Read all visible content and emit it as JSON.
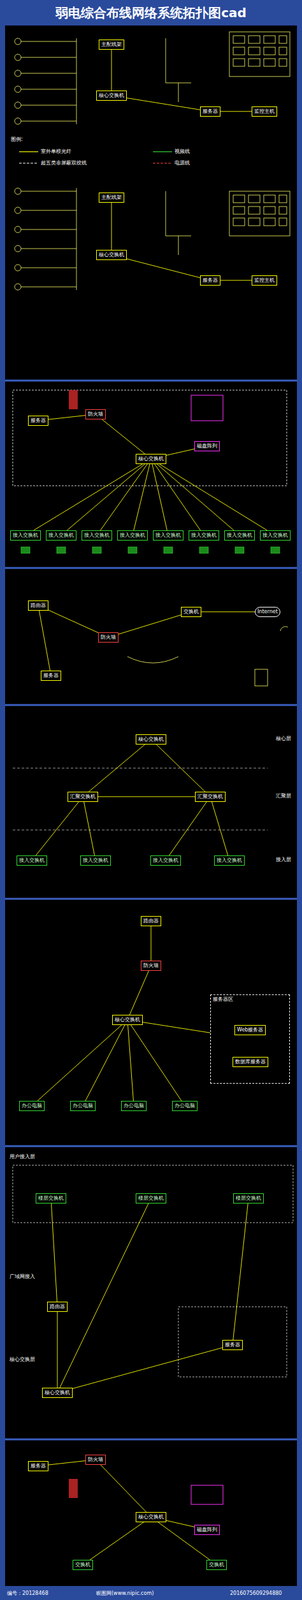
{
  "diagram": {
    "title": "弱电综合布线网络系统拓扑图cad",
    "nodes": [
      {
        "text": [
          "主配线架"
        ]
      },
      {
        "text": [
          "核心交换机"
        ]
      },
      {
        "text": [
          "服务器"
        ]
      },
      {
        "text": [
          "监控主机"
        ]
      },
      {
        "text": [
          "主配线架"
        ]
      },
      {
        "text": [
          "核心交换机"
        ]
      },
      {
        "text": [
          "服务器"
        ]
      },
      {
        "text": [
          "监控主机"
        ]
      },
      {
        "text": [
          "服务器"
        ]
      },
      {
        "text": [
          "防火墙"
        ]
      },
      {
        "text": [
          "核心交换机"
        ]
      },
      {
        "text": [
          "磁盘阵列"
        ]
      },
      {
        "text": [
          "接入交换机"
        ]
      },
      {
        "text": [
          "接入交换机"
        ]
      },
      {
        "text": [
          "接入交换机"
        ]
      },
      {
        "text": [
          "接入交换机"
        ]
      },
      {
        "text": [
          "接入交换机"
        ]
      },
      {
        "text": [
          "接入交换机"
        ]
      },
      {
        "text": [
          "接入交换机"
        ]
      },
      {
        "text": [
          "接入交换机"
        ]
      },
      {
        "text": [
          "路由器"
        ]
      },
      {
        "text": [
          "防火墙"
        ]
      },
      {
        "text": [
          "交换机"
        ]
      },
      {
        "text": [
          "Internet"
        ]
      },
      {
        "text": [
          "服务器"
        ]
      },
      {
        "text": [
          "核心交换机"
        ]
      },
      {
        "text": [
          "汇聚交换机"
        ]
      },
      {
        "text": [
          "汇聚交换机"
        ]
      },
      {
        "text": [
          "接入交换机"
        ]
      },
      {
        "text": [
          "接入交换机"
        ]
      },
      {
        "text": [
          "接入交换机"
        ]
      },
      {
        "text": [
          "接入交换机"
        ]
      },
      {
        "text": [
          "路由器"
        ]
      },
      {
        "text": [
          "防火墙"
        ]
      },
      {
        "text": [
          "核心交换机"
        ]
      },
      {
        "text": [
          "服务器区"
        ]
      },
      {
        "text": [
          "Web服务器"
        ],
        "in": 35
      },
      {
        "text": [
          "数据库服务器"
        ],
        "in": 35
      },
      {
        "text": [
          "办公电脑"
        ]
      },
      {
        "text": [
          "办公电脑"
        ]
      },
      {
        "text": [
          "办公电脑"
        ]
      },
      {
        "text": [
          "办公电脑"
        ]
      },
      {
        "text": [
          "楼层交换机"
        ]
      },
      {
        "text": [
          "楼层交换机"
        ]
      },
      {
        "text": [
          "楼层交换机"
        ]
      },
      {
        "text": [
          "路由器"
        ]
      },
      {
        "text": [
          "核心交换机"
        ]
      },
      {
        "text": [
          "服务器"
        ]
      },
      {
        "text": [
          "服务器"
        ]
      },
      {
        "text": [
          "防火墙"
        ]
      },
      {
        "text": [
          "核心交换机"
        ]
      },
      {
        "text": [
          "磁盘阵列"
        ]
      },
      {
        "text": [
          "交换机"
        ]
      },
      {
        "text": [
          "交换机"
        ]
      }
    ],
    "edges": [
      {
        "from": 0,
        "to": 1,
        "arrow": "none"
      },
      {
        "from": 1,
        "to": 2,
        "arrow": "none"
      },
      {
        "from": 2,
        "to": 3,
        "arrow": "none"
      },
      {
        "from": 4,
        "to": 5,
        "arrow": "none"
      },
      {
        "from": 5,
        "to": 6,
        "arrow": "none"
      },
      {
        "from": 6,
        "to": 7,
        "arrow": "none"
      },
      {
        "from": 8,
        "to": 9,
        "arrow": "none"
      },
      {
        "from": 9,
        "to": 10,
        "arrow": "none"
      },
      {
        "from": 10,
        "to": 11,
        "arrow": "none"
      },
      {
        "from": 10,
        "to": 12,
        "arrow": "none"
      },
      {
        "from": 10,
        "to": 13,
        "arrow": "none"
      },
      {
        "from": 10,
        "to": 14,
        "arrow": "none"
      },
      {
        "from": 10,
        "to": 15,
        "arrow": "none"
      },
      {
        "from": 10,
        "to": 16,
        "arrow": "none"
      },
      {
        "from": 10,
        "to": 17,
        "arrow": "none"
      },
      {
        "from": 10,
        "to": 18,
        "arrow": "none"
      },
      {
        "from": 10,
        "to": 19,
        "arrow": "none"
      },
      {
        "from": 20,
        "to": 21,
        "arrow": "none"
      },
      {
        "from": 21,
        "to": 22,
        "arrow": "none"
      },
      {
        "from": 22,
        "to": 23,
        "arrow": "none"
      },
      {
        "from": 20,
        "to": 24,
        "arrow": "none"
      },
      {
        "from": 25,
        "to": 26,
        "arrow": "none"
      },
      {
        "from": 25,
        "to": 27,
        "arrow": "none"
      },
      {
        "from": 26,
        "to": 27,
        "arrow": "none"
      },
      {
        "from": 26,
        "to": 28,
        "arrow": "none"
      },
      {
        "from": 26,
        "to": 29,
        "arrow": "none"
      },
      {
        "from": 27,
        "to": 30,
        "arrow": "none"
      },
      {
        "from": 27,
        "to": 31,
        "arrow": "none"
      },
      {
        "from": 32,
        "to": 33,
        "arrow": "none"
      },
      {
        "from": 33,
        "to": 34,
        "arrow": "none"
      },
      {
        "from": 34,
        "to": 35,
        "arrow": "none"
      },
      {
        "from": 34,
        "to": 38,
        "arrow": "none"
      },
      {
        "from": 34,
        "to": 39,
        "arrow": "none"
      },
      {
        "from": 34,
        "to": 40,
        "arrow": "none"
      },
      {
        "from": 34,
        "to": 41,
        "arrow": "none"
      },
      {
        "from": 42,
        "to": 45,
        "arrow": "none"
      },
      {
        "from": 43,
        "to": 46,
        "arrow": "none"
      },
      {
        "from": 44,
        "to": 47,
        "arrow": "none"
      },
      {
        "from": 45,
        "to": 46,
        "arrow": "none"
      },
      {
        "from": 46,
        "to": 47,
        "arrow": "none"
      },
      {
        "from": 48,
        "to": 49,
        "arrow": "none"
      },
      {
        "from": 49,
        "to": 50,
        "arrow": "none"
      },
      {
        "from": 50,
        "to": 51,
        "arrow": "none"
      },
      {
        "from": 50,
        "to": 52,
        "arrow": "none"
      },
      {
        "from": 50,
        "to": 53,
        "arrow": "none"
      }
    ],
    "labels": [
      "图例:",
      "核心层",
      "汇聚层",
      "接入层",
      "用户接入层",
      "广域网接入",
      "核心交换层",
      "编号：20128468",
      "昵图网(www.nipic.com)",
      "2016075609294880"
    ],
    "legend": [
      {
        "text": "室外单模光纤"
      },
      {
        "text": "超五类非屏蔽双绞线"
      },
      {
        "text": "视频线"
      },
      {
        "text": "电源线"
      }
    ]
  }
}
